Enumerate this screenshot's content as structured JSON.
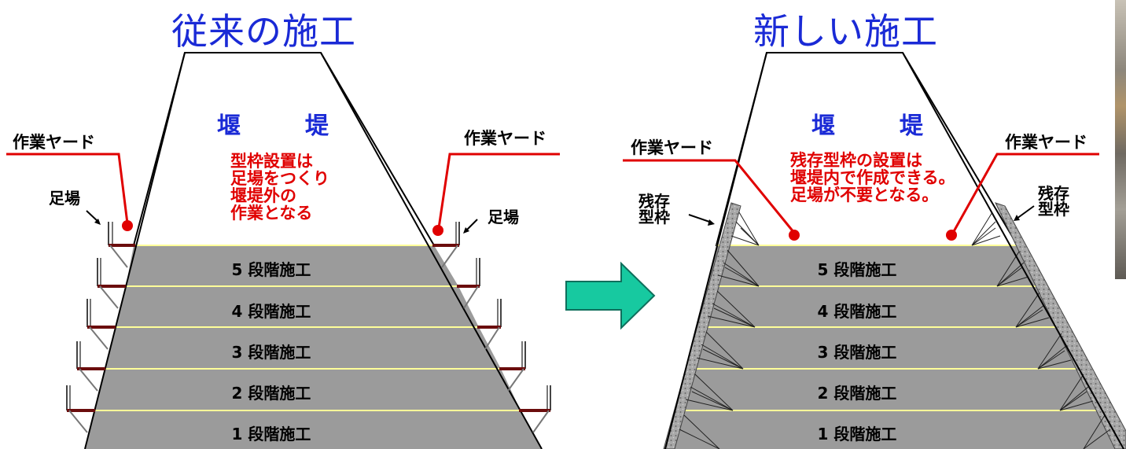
{
  "left": {
    "title": "従来の施工",
    "dam_label": "堰　堤",
    "yard_left": "作業ヤード",
    "yard_right": "作業ヤード",
    "scaffold_left": "足場",
    "scaffold_right": "足場",
    "note": "型枠設置は\n足場をつくり\n堰堤外の\n作業となる",
    "stages": [
      "5 段階施工",
      "4 段階施工",
      "3 段階施工",
      "2 段階施工",
      "1 段階施工"
    ]
  },
  "right": {
    "title": "新しい施工",
    "dam_label": "堰　堤",
    "yard_left": "作業ヤード",
    "yard_right": "作業ヤード",
    "form_left": "残存\n型枠",
    "form_right": "残存\n型枠",
    "note": "残存型枠の設置は\n堰堤内で作成できる。\n足場が不要となる。",
    "stages": [
      "5 段階施工",
      "4 段階施工",
      "3 段階施工",
      "2 段階施工",
      "1 段階施工"
    ]
  },
  "colors": {
    "title": "#1a2ad6",
    "note": "#e00000",
    "lift_fill": "#9b9b9b",
    "lift_joint": "#ffff99",
    "scaffold_plank": "#6b0d0d",
    "arrow": "#17c9a0",
    "leader": "#e00000"
  }
}
